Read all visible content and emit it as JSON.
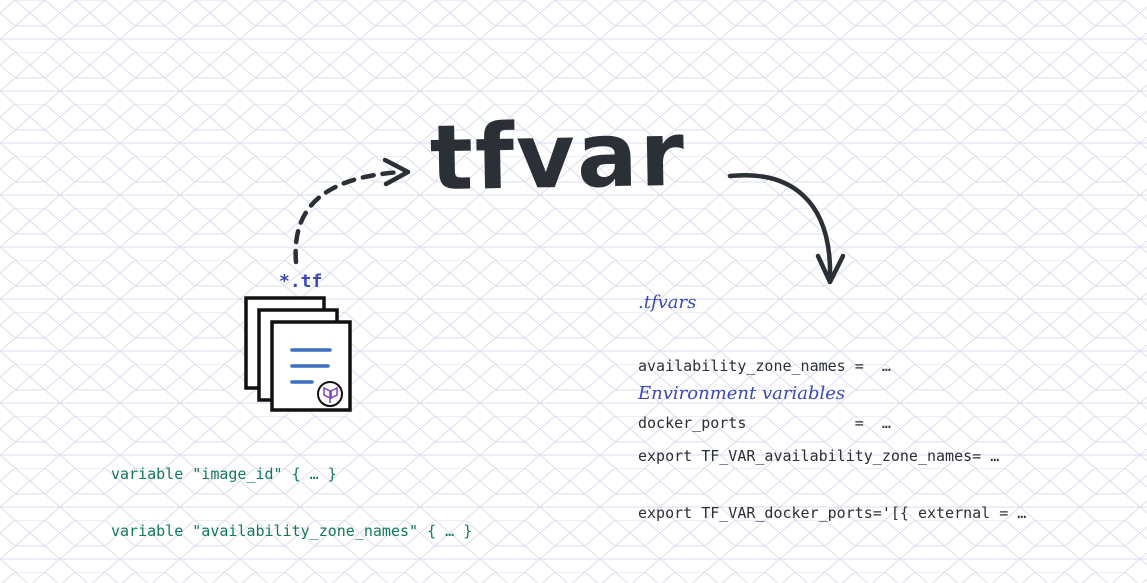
{
  "title": "tfvar",
  "source_label": "*.tf",
  "tf_code_lines": [
    "variable \"image_id\" { … }",
    "variable \"availability_zone_names\" { … }"
  ],
  "tfvars": {
    "title": ".tfvars",
    "lines": [
      "availability_zone_names =  …",
      "docker_ports            =  …"
    ]
  },
  "env": {
    "title": "Environment variables",
    "lines": [
      "export TF_VAR_availability_zone_names= …",
      "export TF_VAR_docker_ports='[{ external = …"
    ]
  },
  "colors": {
    "ink": "#2b2f36",
    "accent": "#3b49b8",
    "code_green": "#0f7a5a",
    "pattern": "#dcdcf0"
  }
}
